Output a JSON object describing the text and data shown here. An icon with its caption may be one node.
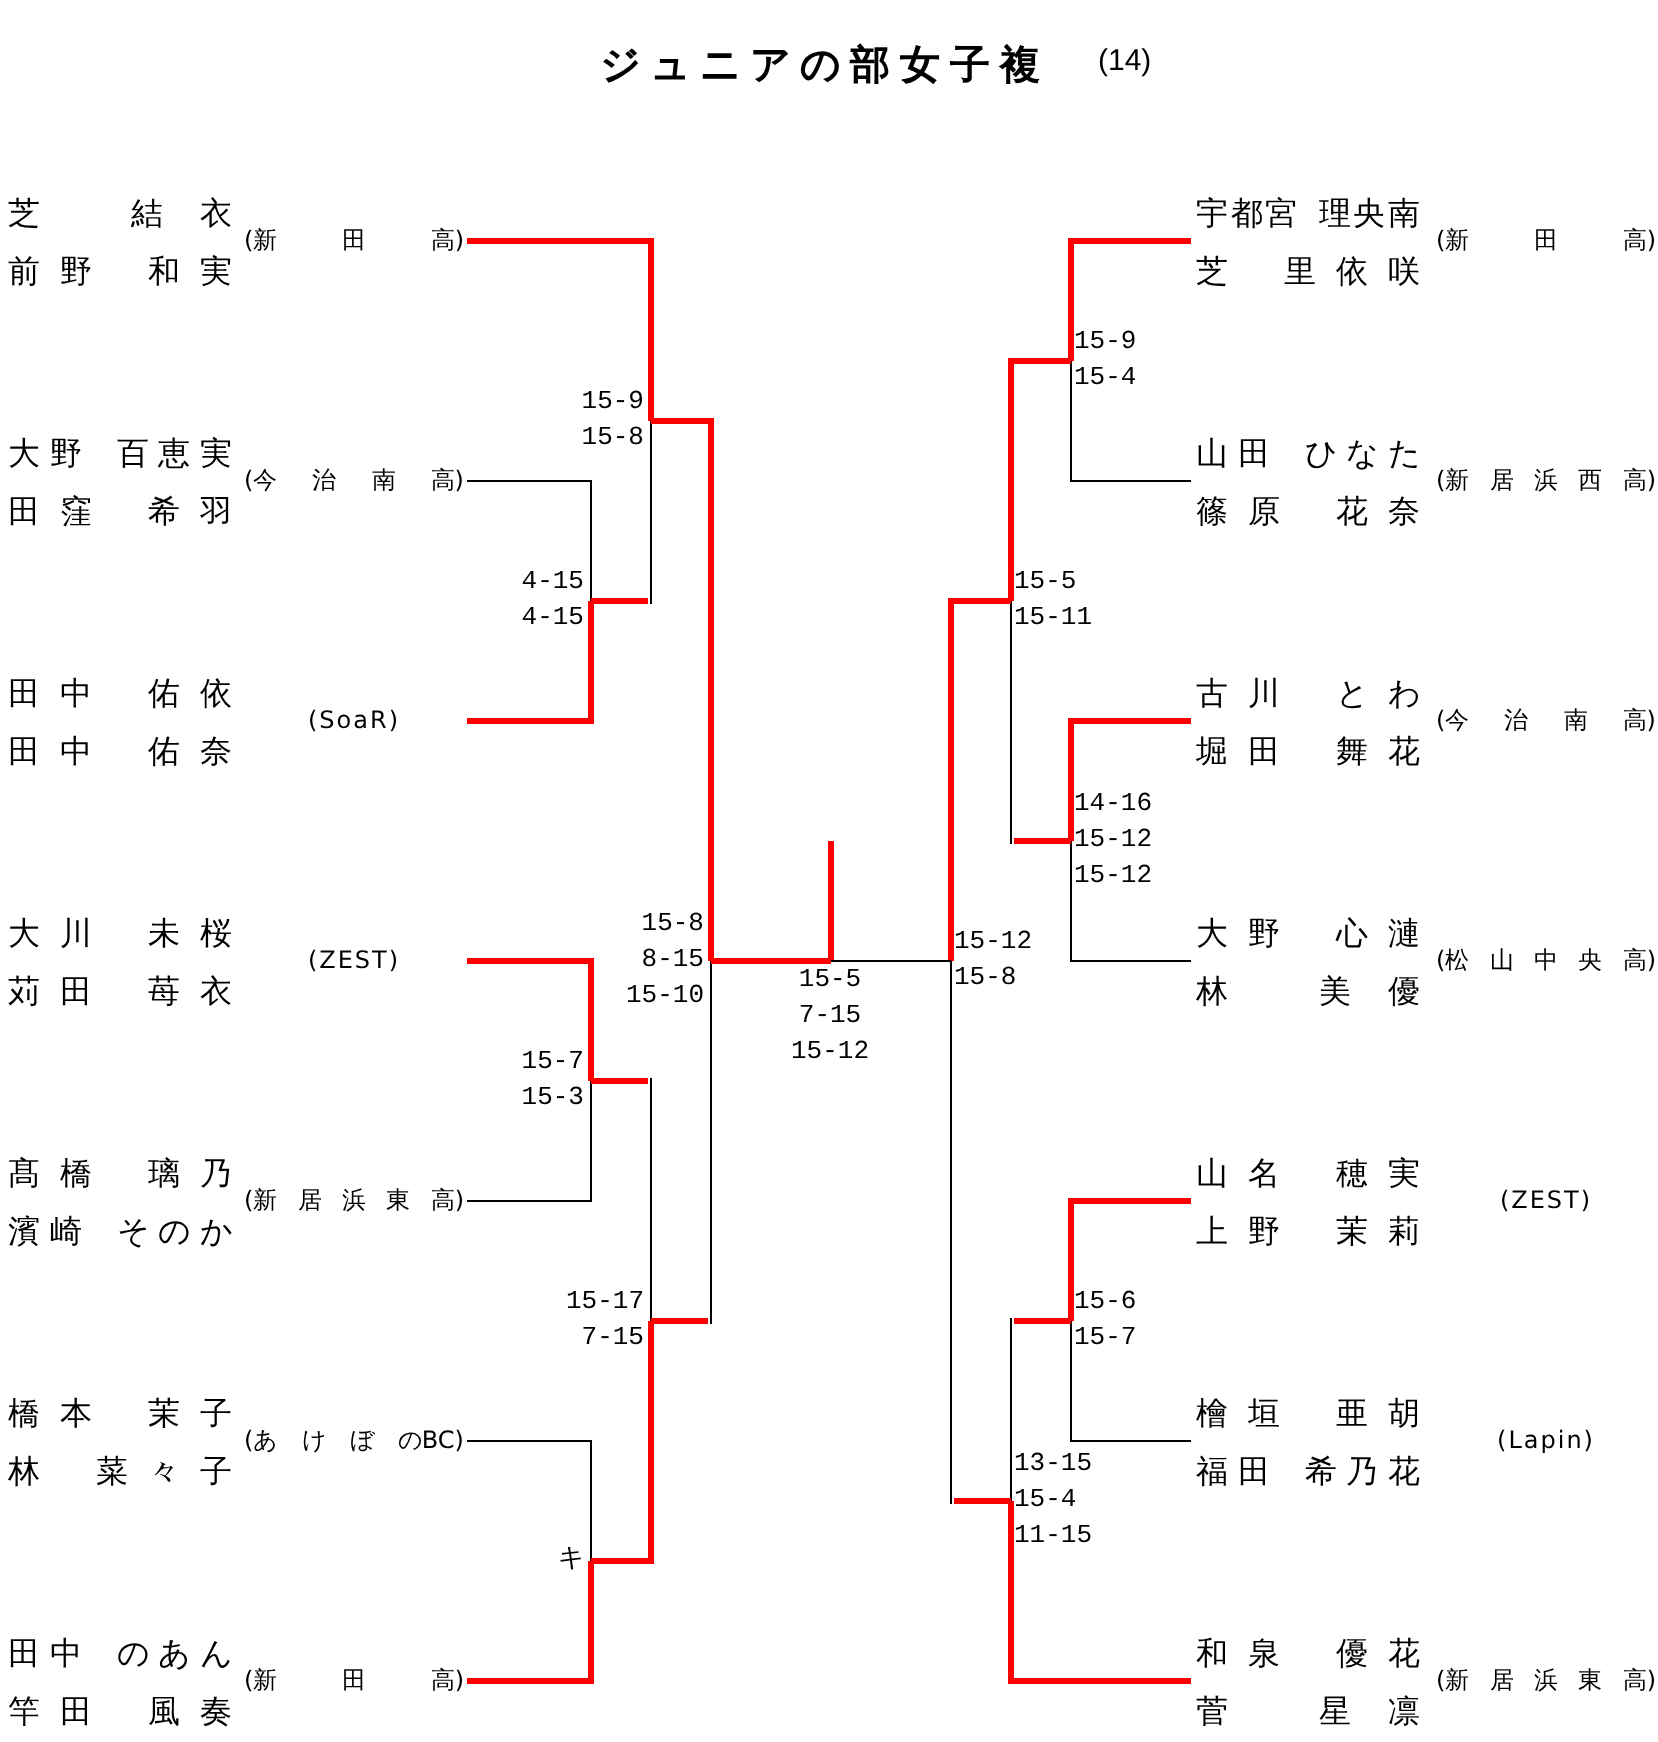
{
  "diagram": {
    "title": "ジュニアの部女子複",
    "nodes": [
      {
        "text": [
          "芝 結衣",
          "前野 和実",
          "(新田高)"
        ]
      },
      {
        "text": [
          "大野 百恵実",
          "田窪 希羽",
          "(今治南高)"
        ]
      },
      {
        "text": [
          "田中 佑依",
          "田中 佑奈",
          "(SoaR)"
        ]
      },
      {
        "text": [
          "大川 未桜",
          "苅田 苺衣",
          "(ZEST)"
        ]
      },
      {
        "text": [
          "髙橋 璃乃",
          "濱崎 そのか",
          "(新居浜東高)"
        ]
      },
      {
        "text": [
          "橋本 茉子",
          "林 菜々子",
          "(あけぼのBC)"
        ]
      },
      {
        "text": [
          "田中 のあん",
          "竿田 風奏",
          "(新田高)"
        ]
      },
      {
        "text": [
          "宇都宮 理央南",
          "芝 里依咲",
          "(新田高)"
        ]
      },
      {
        "text": [
          "山田 ひなた",
          "篠原 花奈",
          "(新居浜西高)"
        ]
      },
      {
        "text": [
          "古川 とわ",
          "堀田 舞花",
          "(今治南高)"
        ]
      },
      {
        "text": [
          "大野 心漣",
          "林 美優",
          "(松山中央高)"
        ]
      },
      {
        "text": [
          "山名 穂実",
          "上野 茉莉",
          "(ZEST)"
        ]
      },
      {
        "text": [
          "檜垣 亜胡",
          "福田 希乃花",
          "(Lapin)"
        ]
      },
      {
        "text": [
          "和泉 優花",
          "菅 星凛",
          "(新居浜東高)"
        ]
      },
      {
        "text": [
          "15-9",
          "15-8"
        ]
      },
      {
        "text": [
          "4-15",
          "4-15"
        ]
      },
      {
        "text": [
          "15-8",
          "8-15",
          "15-10"
        ]
      },
      {
        "text": [
          "15-7",
          "15-3"
        ]
      },
      {
        "text": [
          "15-17",
          "7-15"
        ]
      },
      {
        "text": [
          "キ"
        ]
      },
      {
        "text": [
          "15-5",
          "7-15",
          "15-12"
        ]
      },
      {
        "text": [
          "15-9",
          "15-4"
        ]
      },
      {
        "text": [
          "15-5",
          "15-11"
        ]
      },
      {
        "text": [
          "14-16",
          "15-12",
          "15-12"
        ]
      },
      {
        "text": [
          "15-12",
          "15-8"
        ]
      },
      {
        "text": [
          "15-6",
          "15-7"
        ]
      },
      {
        "text": [
          "13-15",
          "15-4",
          "11-15"
        ]
      }
    ],
    "edges": [
      {
        "from": 0,
        "to": 14,
        "arrow": "none"
      },
      {
        "from": 1,
        "to": 15,
        "arrow": "none",
        "color": "#000000"
      },
      {
        "from": 2,
        "to": 15,
        "arrow": "none"
      },
      {
        "from": 15,
        "to": 14,
        "arrow": "none",
        "color": "#000000"
      },
      {
        "from": 14,
        "to": 16,
        "arrow": "none"
      },
      {
        "from": 3,
        "to": 17,
        "arrow": "none"
      },
      {
        "from": 4,
        "to": 17,
        "arrow": "none",
        "color": "#000000"
      },
      {
        "from": 17,
        "to": 18,
        "arrow": "none",
        "color": "#000000"
      },
      {
        "from": 5,
        "to": 19,
        "arrow": "none",
        "color": "#000000"
      },
      {
        "from": 6,
        "to": 19,
        "arrow": "none"
      },
      {
        "from": 19,
        "to": 18,
        "arrow": "none"
      },
      {
        "from": 18,
        "to": 16,
        "arrow": "none",
        "color": "#000000"
      },
      {
        "from": 16,
        "to": 20,
        "arrow": "none"
      },
      {
        "from": 20,
        "to": null,
        "arrow": "none"
      },
      {
        "from": 7,
        "to": 21,
        "arrow": "none"
      },
      {
        "from": 8,
        "to": 21,
        "arrow": "none",
        "color": "#000000"
      },
      {
        "from": 21,
        "to": 22,
        "arrow": "none"
      },
      {
        "from": 9,
        "to": 23,
        "arrow": "none"
      },
      {
        "from": 10,
        "to": 23,
        "arrow": "none",
        "color": "#000000"
      },
      {
        "from": 23,
        "to": 22,
        "arrow": "none",
        "color": "#000000"
      },
      {
        "from": 22,
        "to": 24,
        "arrow": "none"
      },
      {
        "from": 11,
        "to": 25,
        "arrow": "none"
      },
      {
        "from": 12,
        "to": 25,
        "arrow": "none",
        "color": "#000000"
      },
      {
        "from": 25,
        "to": 26,
        "arrow": "none",
        "color": "#000000"
      },
      {
        "from": 13,
        "to": 26,
        "arrow": "none"
      },
      {
        "from": 26,
        "to": 24,
        "arrow": "none",
        "color": "#000000"
      },
      {
        "from": 24,
        "to": 20,
        "arrow": "none",
        "color": "#000000"
      }
    ],
    "labels": [
      "(14)"
    ]
  }
}
